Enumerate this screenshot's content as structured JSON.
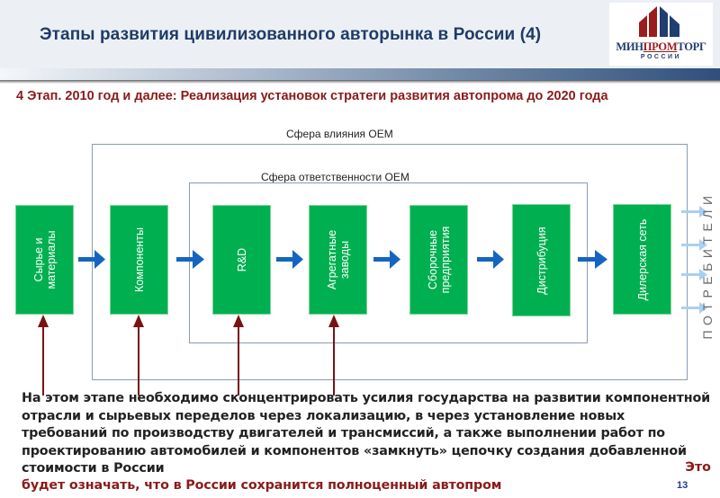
{
  "header": {
    "title": "Этапы развития цивилизованного авторынка в России (4)",
    "logo": {
      "text_left": "МИН",
      "text_mid": "ПРОМ",
      "text_right": "ТОРГ",
      "subtitle": "РОССИИ",
      "colors": {
        "red": "#9b1c1c",
        "blue": "#213e70"
      }
    }
  },
  "stage_heading": "4 Этап. 2010 год и далее: Реализация установок стратеги  развития автопрома до 2020 года",
  "diagram": {
    "outer_zone_label": "Сфера влияния  ОЕМ",
    "inner_zone_label": "Сфера ответственности ОЕМ",
    "chain": [
      {
        "label": "Сырье и\nматериалы"
      },
      {
        "label": "Компоненты"
      },
      {
        "label": "R&D"
      },
      {
        "label": "Агрегатные\nзаводы"
      },
      {
        "label": "Сборочные\nпредприятия"
      },
      {
        "label": "Дистрибуция"
      },
      {
        "label": "Дилерская сеть"
      }
    ],
    "consumers_label": "ПОТРЕБИТЕЛИ",
    "colors": {
      "box": "#00b050",
      "flow_arrow": "#1565c0",
      "support_arrow": "#7a1212",
      "zone_border": "#8b9bb3"
    }
  },
  "body": {
    "lines": [
      "На этом этапе необходимо сконцентрировать усилия государства на развитии компонентной",
      "отрасли и сырьевых переделов через локализацию, в через установление новых",
      "требований по производству двигателей и трансмиссий, а также выполнении работ по",
      "проектированию автомобилей и компонентов «замкнуть» цепочку создания добавленной",
      "стоимости в России"
    ],
    "conclusion_start": "Это",
    "conclusion_end": "будет означать, что в России сохранится полноценный автопром"
  },
  "page_number": "13"
}
